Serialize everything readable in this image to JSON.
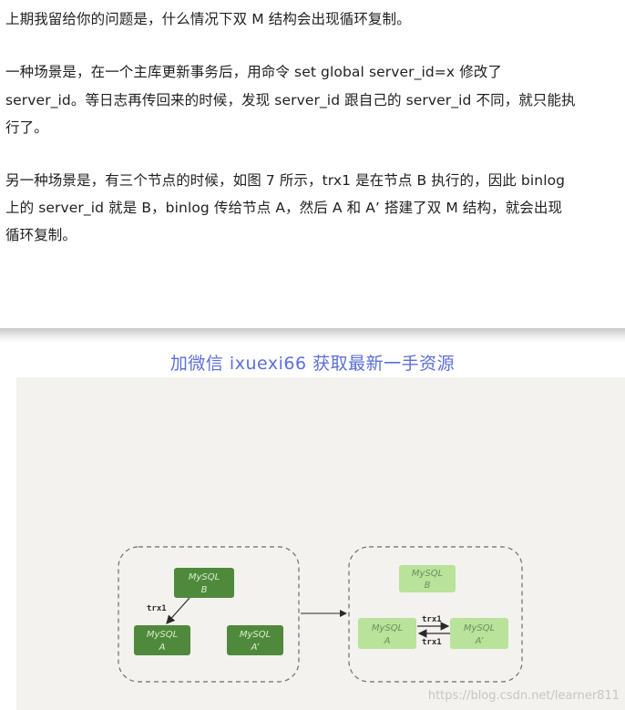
{
  "article": {
    "p1": "上期我留给你的问题是，什么情况下双 M 结构会出现循环复制。",
    "p2a": "一种场景是，在一个主库更新事务后，用命令 set global server_id=x 修改了",
    "p2b": "server_id。等日志再传回来的时候，发现 server_id 跟自己的 server_id 不同，就只能执",
    "p2c": "行了。",
    "p3a": "另一种场景是，有三个节点的时候，如图 7 所示，trx1 是在节点 B 执行的，因此 binlog",
    "p3b": "上的 server_id 就是 B，binlog 传给节点 A，然后 A 和 A’ 搭建了双 M 结构，就会出现",
    "p3c": "循环复制。"
  },
  "banner": "加微信 ixuexi66 获取最新一手资源",
  "diagram": {
    "left_group": {
      "node_b": {
        "line1": "MySQL",
        "line2": "B"
      },
      "node_a": {
        "line1": "MySQL",
        "line2": "A"
      },
      "node_a2": {
        "line1": "MySQL",
        "line2": "A’"
      },
      "edge_label": "trx1"
    },
    "right_group": {
      "node_b": {
        "line1": "MySQL",
        "line2": "B"
      },
      "node_a": {
        "line1": "MySQL",
        "line2": "A"
      },
      "node_a2": {
        "line1": "MySQL",
        "line2": "A’"
      },
      "edge_label_top": "trx1",
      "edge_label_bottom": "trx1"
    },
    "colors": {
      "dark_green": "#4f8a3c",
      "light_green": "#b9e29a",
      "dashed_border": "#6c6c6c"
    }
  },
  "watermark": "https://blog.csdn.net/learner811"
}
